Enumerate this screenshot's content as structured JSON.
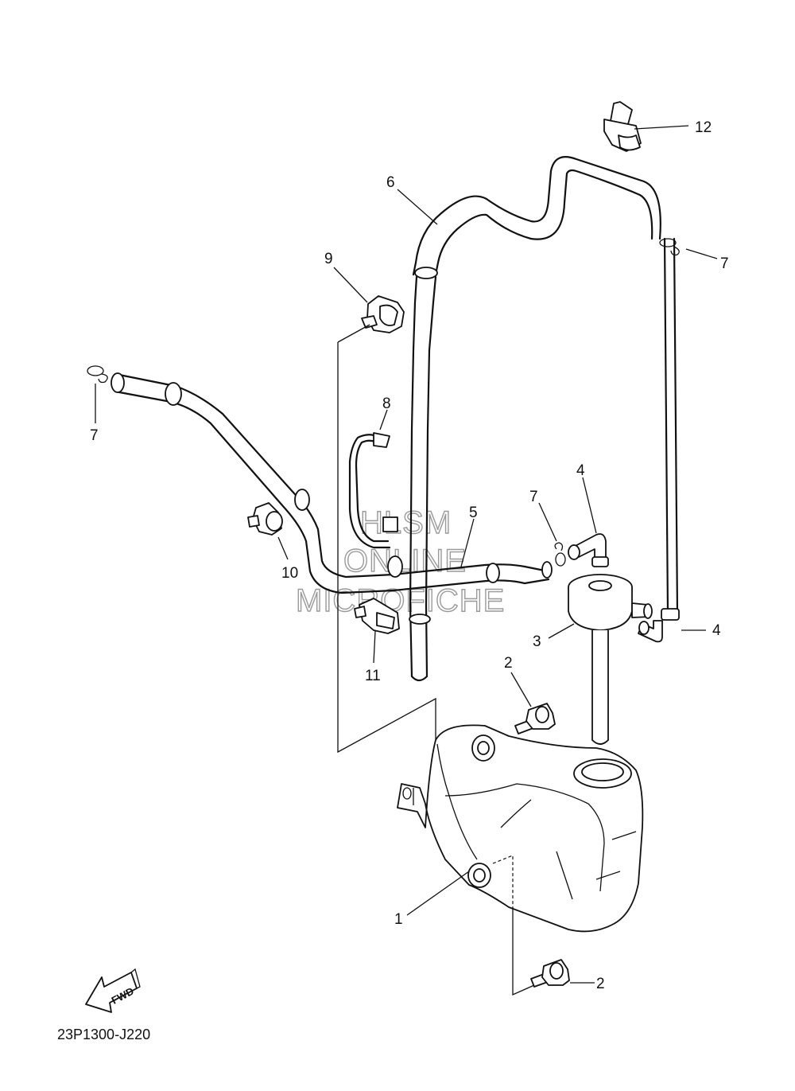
{
  "diagram": {
    "reference_code": "23P1300-J220",
    "forward_badge": "FWD",
    "watermark": [
      "HLSM",
      "ONLINE",
      "MICROFICHE"
    ],
    "callouts": {
      "c1": "1",
      "c2a": "2",
      "c2b": "2",
      "c3": "3",
      "c4a": "4",
      "c4b": "4",
      "c5": "5",
      "c6": "6",
      "c7a": "7",
      "c7b": "7",
      "c7c": "7",
      "c8": "8",
      "c9": "9",
      "c10": "10",
      "c11": "11",
      "c12": "12"
    }
  }
}
